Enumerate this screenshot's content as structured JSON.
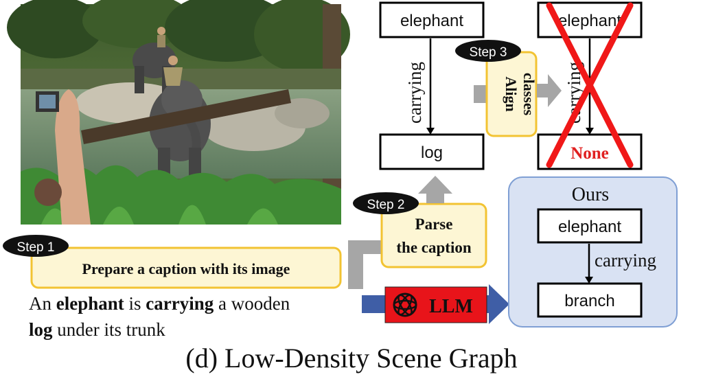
{
  "steps": {
    "step1": {
      "badge": "Step 1",
      "label": "Prepare a caption with its image"
    },
    "step2": {
      "badge": "Step 2",
      "label_line1": "Parse",
      "label_line2": "the caption"
    },
    "step3": {
      "badge": "Step 3",
      "label_line1": "Align",
      "label_line2": "classes"
    }
  },
  "caption": {
    "line1": [
      {
        "text": "An ",
        "bold": false
      },
      {
        "text": "elephant",
        "bold": true
      },
      {
        "text": " is ",
        "bold": false
      },
      {
        "text": "carrying",
        "bold": true
      },
      {
        "text": " a wooden",
        "bold": false
      }
    ],
    "line2": [
      {
        "text": "log",
        "bold": true
      },
      {
        "text": " under its trunk",
        "bold": false
      }
    ]
  },
  "parsed_graph": {
    "subject": "elephant",
    "relation": "carrying",
    "object": "log"
  },
  "aligned_graph": {
    "subject": "elephant",
    "relation": "carrying",
    "object": "None",
    "object_color": "#e02020"
  },
  "ours_graph": {
    "title": "Ours",
    "subject": "elephant",
    "relation": "carrying",
    "object": "branch"
  },
  "llm": {
    "label": "LLM",
    "icon": "openai-logo-icon"
  },
  "figure_title": "(d) Low-Density Scene Graph",
  "colors": {
    "step_box_fill": "#fdf6d4",
    "step_box_border": "#f2c332",
    "llm_fill": "#e8141a",
    "blue_arrow": "#3f5ea6",
    "gray_arrow": "#a6a6a6",
    "ours_fill": "#d9e2f3",
    "ours_border": "#7f9fd4",
    "cross": "#f01818"
  }
}
